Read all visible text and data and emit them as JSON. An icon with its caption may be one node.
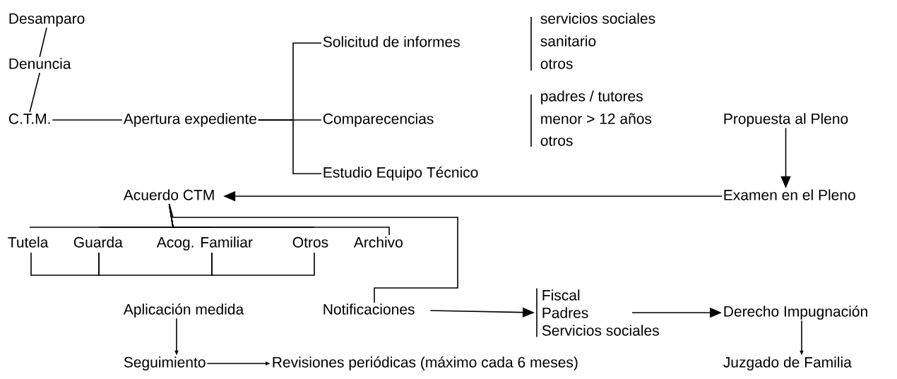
{
  "diagram": {
    "nodes": [
      {
        "text": [
          "Desamparo"
        ]
      },
      {
        "text": [
          "Denuncia"
        ]
      },
      {
        "text": [
          "C.T.M."
        ]
      },
      {
        "text": [
          "Apertura expediente"
        ]
      },
      {
        "text": [
          "Solicitud de informes"
        ]
      },
      {
        "text": [
          "Comparecencias"
        ]
      },
      {
        "text": [
          "Estudio Equipo Técnico"
        ]
      },
      {
        "text": [
          "Propuesta al Pleno"
        ]
      },
      {
        "text": [
          "Examen en el Pleno"
        ]
      },
      {
        "text": [
          "Acuerdo CTM"
        ]
      },
      {
        "text": [
          "Tutela"
        ]
      },
      {
        "text": [
          "Guarda"
        ]
      },
      {
        "text": [
          "Acog. Familiar"
        ]
      },
      {
        "text": [
          "Otros"
        ]
      },
      {
        "text": [
          "Archivo"
        ]
      },
      {
        "text": [
          "Aplicación medida"
        ]
      },
      {
        "text": [
          "Notificaciones"
        ]
      },
      {
        "text": [
          "Fiscal",
          "Padres",
          "Servicios sociales"
        ]
      },
      {
        "text": [
          "Derecho Impugnación"
        ]
      },
      {
        "text": [
          "Seguimiento"
        ]
      },
      {
        "text": [
          "Revisiones periódicas (máximo cada 6 meses)"
        ]
      },
      {
        "text": [
          "Juzgado de Familia"
        ]
      }
    ],
    "edges": [
      {
        "from": 0,
        "to": 1,
        "arrow": "none"
      },
      {
        "from": 1,
        "to": 2,
        "arrow": "none"
      },
      {
        "from": 2,
        "to": 3,
        "arrow": "none"
      },
      {
        "from": 3,
        "to": 4,
        "arrow": "none"
      },
      {
        "from": 3,
        "to": 5,
        "arrow": "none"
      },
      {
        "from": 3,
        "to": 6,
        "arrow": "none"
      },
      {
        "from": 7,
        "to": 8,
        "arrow": "to"
      },
      {
        "from": 8,
        "to": 9,
        "arrow": "to"
      },
      {
        "from": 9,
        "to": 10,
        "arrow": "none"
      },
      {
        "from": 9,
        "to": 11,
        "arrow": "none"
      },
      {
        "from": 9,
        "to": 12,
        "arrow": "none"
      },
      {
        "from": 9,
        "to": 13,
        "arrow": "none"
      },
      {
        "from": 9,
        "to": 14,
        "arrow": "none"
      },
      {
        "from": 10,
        "to": 11,
        "arrow": "none"
      },
      {
        "from": 11,
        "to": 12,
        "arrow": "none"
      },
      {
        "from": 12,
        "to": 13,
        "arrow": "none"
      },
      {
        "from": 9,
        "to": 16,
        "arrow": "none"
      },
      {
        "from": 16,
        "to": 17,
        "arrow": "to"
      },
      {
        "from": 17,
        "to": 18,
        "arrow": "to"
      },
      {
        "from": 15,
        "to": 19,
        "arrow": "to"
      },
      {
        "from": 19,
        "to": 20,
        "arrow": "to"
      },
      {
        "from": 18,
        "to": 21,
        "arrow": "to"
      }
    ],
    "labels": [
      "servicios sociales",
      "sanitario",
      "otros",
      "padres / tutores",
      "menor > 12 años",
      "otros"
    ]
  }
}
